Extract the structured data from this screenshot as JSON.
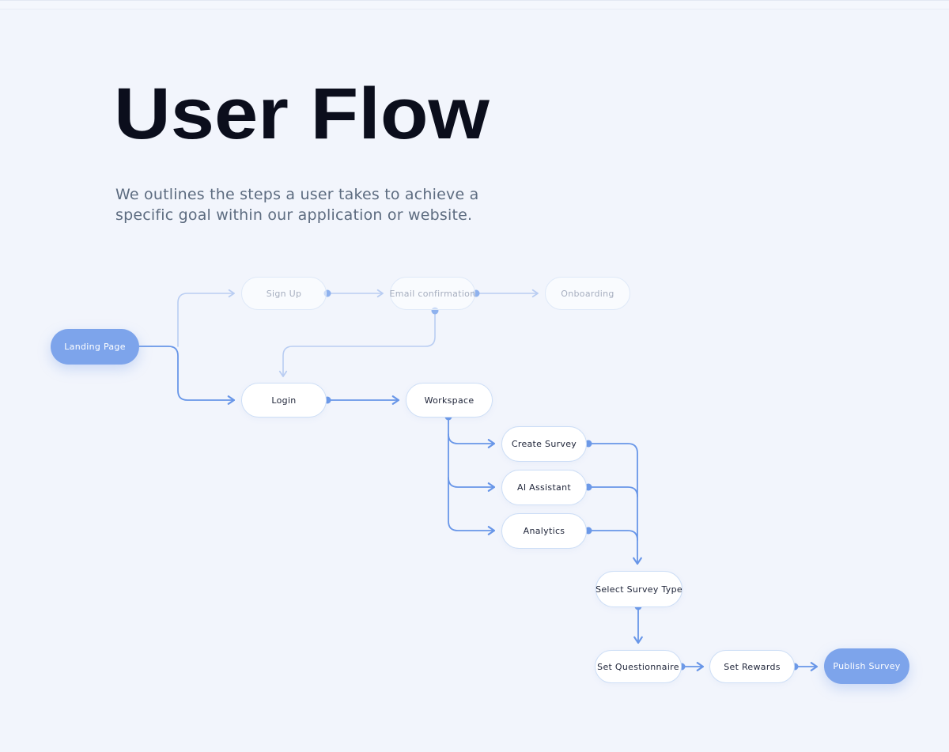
{
  "page": {
    "title": "User Flow",
    "subtitle": "We outlines the steps a user takes to achieve a specific goal within our application or website."
  },
  "colors": {
    "background": "#f2f5fc",
    "title_text": "#0b0e1c",
    "subtitle_text": "#5d6c80",
    "primary_node_fill": "#7da4eb",
    "primary_node_text": "#ffffff",
    "node_fill": "#ffffff",
    "node_border": "#cddef6",
    "node_text": "#20263a",
    "faded_node_border": "#dfe9f8",
    "faded_node_text": "#a6aebf",
    "connector_strong": "#6896e8",
    "connector_faded": "#b9cdf2",
    "connector_dot": "#6d9ae8"
  },
  "flow": {
    "nodes": [
      {
        "id": "landing-page",
        "label": "Landing Page",
        "kind": "primary"
      },
      {
        "id": "sign-up",
        "label": "Sign Up",
        "kind": "faded"
      },
      {
        "id": "email-confirmation",
        "label": "Email confirmation",
        "kind": "faded"
      },
      {
        "id": "onboarding",
        "label": "Onboarding",
        "kind": "faded"
      },
      {
        "id": "login",
        "label": "Login",
        "kind": "plain"
      },
      {
        "id": "workspace",
        "label": "Workspace",
        "kind": "plain"
      },
      {
        "id": "create-survey",
        "label": "Create Survey",
        "kind": "plain"
      },
      {
        "id": "ai-assistant",
        "label": "AI Assistant",
        "kind": "plain"
      },
      {
        "id": "analytics",
        "label": "Analytics",
        "kind": "plain"
      },
      {
        "id": "select-survey-type",
        "label": "Select Survey Type",
        "kind": "plain"
      },
      {
        "id": "set-questionnaire",
        "label": "Set Questionnaire",
        "kind": "plain"
      },
      {
        "id": "set-rewards",
        "label": "Set Rewards",
        "kind": "plain"
      },
      {
        "id": "publish-survey",
        "label": "Publish Survey",
        "kind": "primary"
      }
    ],
    "connections": [
      {
        "from": "Landing Page",
        "to": "Sign Up",
        "style": "faded"
      },
      {
        "from": "Landing Page",
        "to": "Login",
        "style": "strong"
      },
      {
        "from": "Sign Up",
        "to": "Email confirmation",
        "style": "faded"
      },
      {
        "from": "Email confirmation",
        "to": "Onboarding",
        "style": "faded"
      },
      {
        "from": "Email confirmation",
        "to": "Login",
        "style": "faded"
      },
      {
        "from": "Login",
        "to": "Workspace",
        "style": "strong"
      },
      {
        "from": "Workspace",
        "to": "Create Survey",
        "style": "strong"
      },
      {
        "from": "Workspace",
        "to": "AI Assistant",
        "style": "strong"
      },
      {
        "from": "Workspace",
        "to": "Analytics",
        "style": "strong"
      },
      {
        "from": "Create Survey",
        "to": "Select Survey Type",
        "style": "strong"
      },
      {
        "from": "AI Assistant",
        "to": "Select Survey Type",
        "style": "strong"
      },
      {
        "from": "Analytics",
        "to": "Select Survey Type",
        "style": "strong"
      },
      {
        "from": "Select Survey Type",
        "to": "Set Questionnaire",
        "style": "strong"
      },
      {
        "from": "Set Questionnaire",
        "to": "Set Rewards",
        "style": "strong"
      },
      {
        "from": "Set Rewards",
        "to": "Publish Survey",
        "style": "strong"
      }
    ]
  }
}
